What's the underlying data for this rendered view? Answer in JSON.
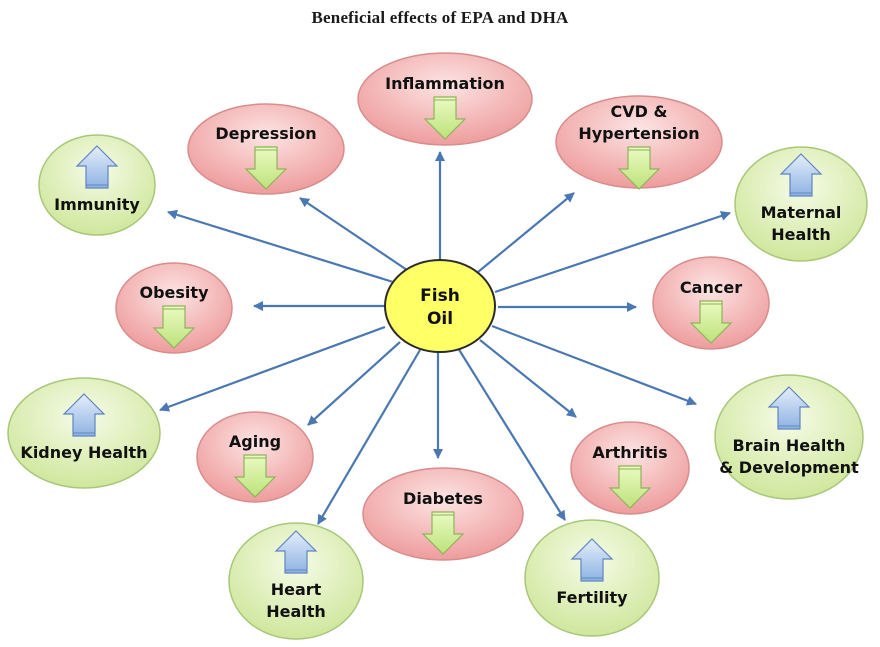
{
  "title": "Beneficial effects of EPA and DHA",
  "center": {
    "label_lines": [
      "Fish",
      "Oil"
    ]
  },
  "colors": {
    "arrow": "#4a78b3",
    "center_fill": "#ffff66",
    "center_stroke": "#2b2b2b",
    "decrease_fill_light": "#fde4e4",
    "decrease_fill_dark": "#ee9c9c",
    "decrease_stroke": "#d88d8d",
    "increase_fill_light": "#f6fbe8",
    "increase_fill_dark": "#cfe79c",
    "increase_stroke": "#a9c77a",
    "down_arrow_fill": "#d4f08e",
    "up_arrow_fill": "#b6cfef"
  },
  "nodes": [
    {
      "id": "inflammation",
      "effect": "decrease",
      "icon": "down-arrow-icon",
      "label_lines": [
        "Inflammation"
      ]
    },
    {
      "id": "cvd-hypertension",
      "effect": "decrease",
      "icon": "down-arrow-icon",
      "label_lines": [
        "CVD &",
        "Hypertension"
      ]
    },
    {
      "id": "maternal-health",
      "effect": "increase",
      "icon": "up-arrow-icon",
      "label_lines": [
        "Maternal",
        "Health"
      ]
    },
    {
      "id": "cancer",
      "effect": "decrease",
      "icon": "down-arrow-icon",
      "label_lines": [
        "Cancer"
      ]
    },
    {
      "id": "brain-health",
      "effect": "increase",
      "icon": "up-arrow-icon",
      "label_lines": [
        "Brain Health",
        "& Development"
      ]
    },
    {
      "id": "arthritis",
      "effect": "decrease",
      "icon": "down-arrow-icon",
      "label_lines": [
        "Arthritis"
      ]
    },
    {
      "id": "fertility",
      "effect": "increase",
      "icon": "up-arrow-icon",
      "label_lines": [
        "Fertility"
      ]
    },
    {
      "id": "diabetes",
      "effect": "decrease",
      "icon": "down-arrow-icon",
      "label_lines": [
        "Diabetes"
      ]
    },
    {
      "id": "heart-health",
      "effect": "increase",
      "icon": "up-arrow-icon",
      "label_lines": [
        "Heart",
        "Health"
      ]
    },
    {
      "id": "aging",
      "effect": "decrease",
      "icon": "down-arrow-icon",
      "label_lines": [
        "Aging"
      ]
    },
    {
      "id": "kidney-health",
      "effect": "increase",
      "icon": "up-arrow-icon",
      "label_lines": [
        "Kidney Health"
      ]
    },
    {
      "id": "obesity",
      "effect": "decrease",
      "icon": "down-arrow-icon",
      "label_lines": [
        "Obesity"
      ]
    },
    {
      "id": "immunity",
      "effect": "increase",
      "icon": "up-arrow-icon",
      "label_lines": [
        "Immunity"
      ]
    },
    {
      "id": "depression",
      "effect": "decrease",
      "icon": "down-arrow-icon",
      "label_lines": [
        "Depression"
      ]
    }
  ]
}
